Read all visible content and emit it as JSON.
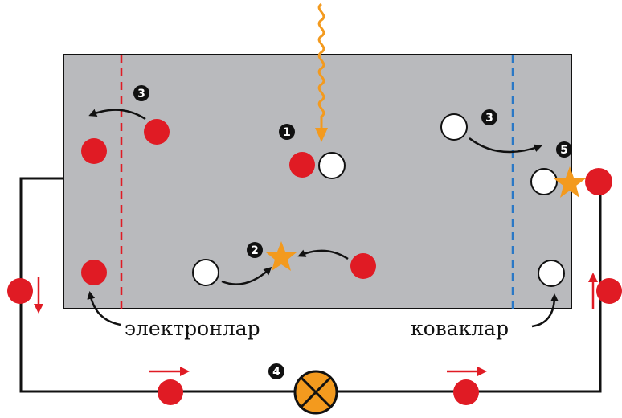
{
  "labels": {
    "electrons": "электронлар",
    "holes": "коваклар"
  },
  "steps": [
    "1",
    "2",
    "3",
    "3",
    "4",
    "5"
  ],
  "colors": {
    "panel": "#b9babd",
    "electron": "#e01b24",
    "hole": "#ffffff",
    "photon": "#f39a1e",
    "spark": "#f39a1e",
    "wire": "#111111",
    "left_boundary": "#e01b24",
    "right_boundary": "#2a78c6",
    "current_arrow": "#e01b24"
  },
  "icons": [
    "photon-wave-icon",
    "spark-star-icon",
    "lamp-icon",
    "current-arrow-icon"
  ]
}
